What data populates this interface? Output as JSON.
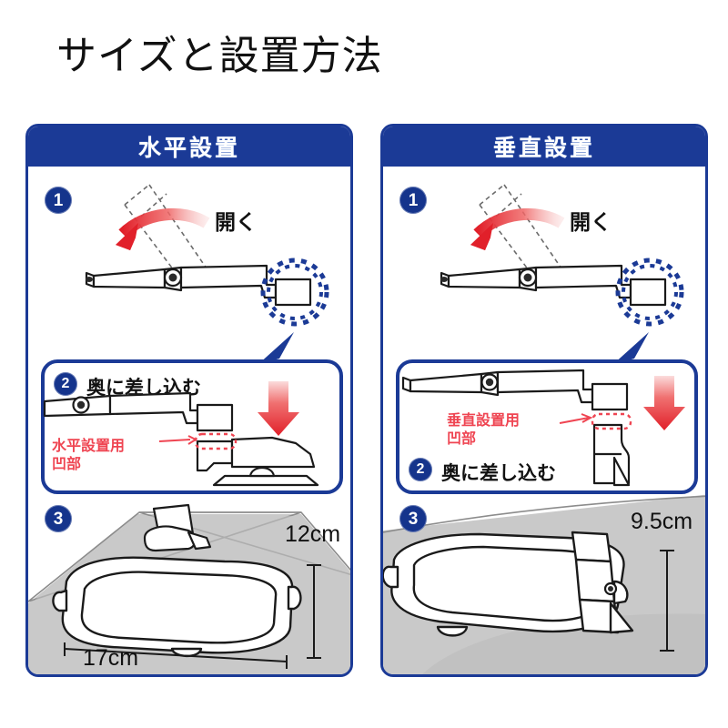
{
  "page": {
    "title": "サイズと設置方法",
    "background_color": "#ffffff",
    "accent_blue": "#1b3a96",
    "accent_red": "#ef4552",
    "line_color": "#1a1a1a",
    "surface_gray": "#c9c9c9"
  },
  "panels": [
    {
      "id": "horizontal",
      "header": "水平設置",
      "steps": [
        {
          "number": "❶",
          "numeral": "1",
          "instruction": "開く",
          "highlight_icon": "dotted-burst-circle"
        },
        {
          "number": "❷",
          "numeral": "2",
          "instruction": "奥に差し込む",
          "red_note_line1": "水平設置用",
          "red_note_line2": "凹部",
          "arrow_icon": "red-down-arrow"
        },
        {
          "number": "❸",
          "numeral": "3",
          "dimension_width": "17cm",
          "dimension_height": "12cm"
        }
      ]
    },
    {
      "id": "vertical",
      "header": "垂直設置",
      "steps": [
        {
          "number": "❶",
          "numeral": "1",
          "instruction": "開く",
          "highlight_icon": "dotted-burst-circle"
        },
        {
          "number": "❷",
          "numeral": "2",
          "instruction": "奥に差し込む",
          "red_note_line1": "垂直設置用",
          "red_note_line2": "凹部",
          "arrow_icon": "red-down-arrow"
        },
        {
          "number": "❸",
          "numeral": "3",
          "dimension_height": "9.5cm"
        }
      ]
    }
  ]
}
